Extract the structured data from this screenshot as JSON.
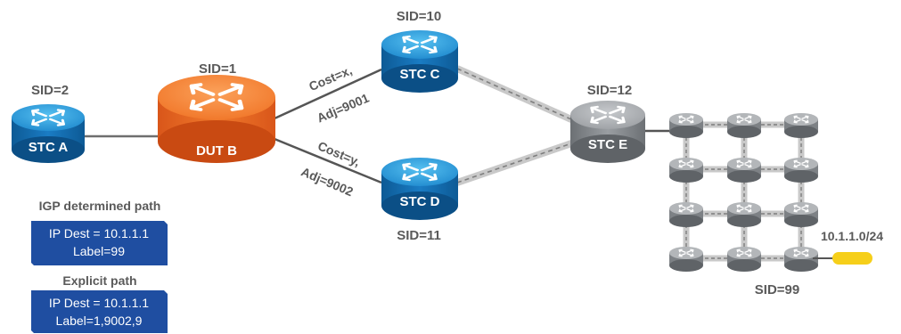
{
  "colors": {
    "blue_router": "#1a74b8",
    "orange_router": "#ef6a23",
    "gray_router": "#8a8e92",
    "label_gray": "#5a5a5a",
    "info_box": "#1f4ea1",
    "prefix_pill": "#f6cf1a"
  },
  "nodes": {
    "stc_a": {
      "name": "STC A",
      "sid": "SID=2",
      "icon": "router-icon"
    },
    "dut_b": {
      "name": "DUT B",
      "sid": "SID=1",
      "icon": "router-icon"
    },
    "stc_c": {
      "name": "STC C",
      "sid": "SID=10",
      "icon": "router-icon"
    },
    "stc_d": {
      "name": "STC D",
      "sid": "SID=11",
      "icon": "router-icon"
    },
    "stc_e": {
      "name": "STC E",
      "sid": "SID=12",
      "icon": "router-icon"
    }
  },
  "links": {
    "b_to_c": {
      "cost": "Cost=x,",
      "adj": "Adj=9001"
    },
    "b_to_d": {
      "cost": "Cost=y,",
      "adj": "Adj=9002"
    }
  },
  "igp_path": {
    "title": "IGP determined path",
    "line1": "IP Dest = 10.1.1.1",
    "line2": "Label=99"
  },
  "explicit_path": {
    "title": "Explicit path",
    "line1": "IP Dest = 10.1.1.1",
    "line2": "Label=1,9002,9"
  },
  "grid": {
    "prefix": "10.1.1.0/24",
    "sid": "SID=99"
  }
}
